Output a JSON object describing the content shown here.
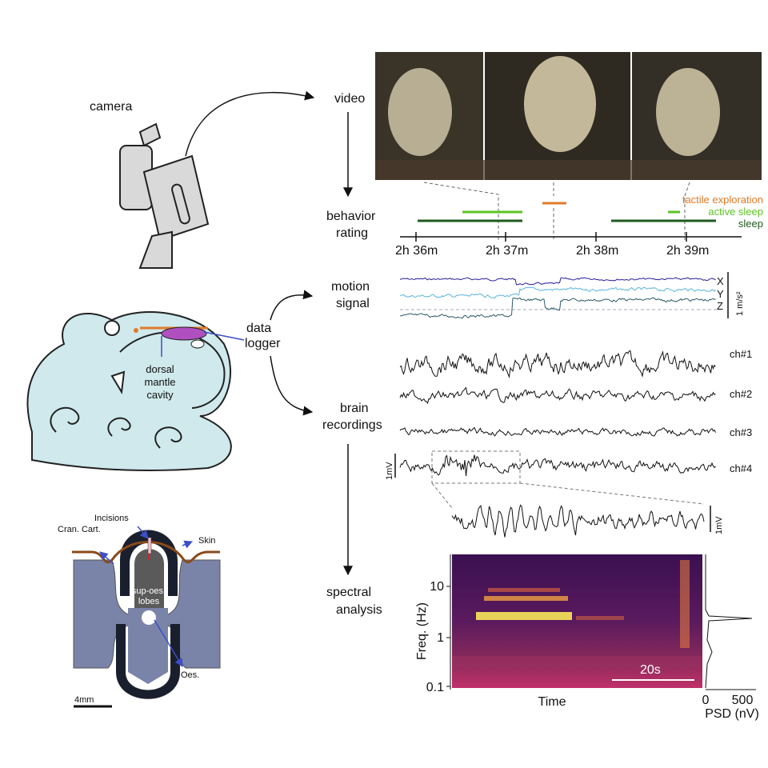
{
  "labels": {
    "camera": "camera",
    "video": "video",
    "behavior_rating": [
      "behavior",
      "rating"
    ],
    "motion_signal": [
      "motion",
      "signal"
    ],
    "data_logger": [
      "data",
      "logger"
    ],
    "dorsal_mantle_cavity": [
      "dorsal",
      "mantle",
      "cavity"
    ],
    "brain_recordings": [
      "brain",
      "recordings"
    ],
    "spectral_analysis": [
      "spectral",
      "analysis"
    ]
  },
  "behavior": {
    "legend": [
      "tactile exploration",
      "active sleep",
      "sleep"
    ],
    "colors": {
      "tactile": "#e07a2a",
      "active": "#5cc424",
      "sleep": "#1f5a1f"
    },
    "ticks": [
      "2h 36m",
      "2h 37m",
      "2h 38m",
      "2h 39m"
    ]
  },
  "motion": {
    "axes": [
      "X",
      "Y",
      "Z"
    ],
    "scale": "1 m/s²",
    "colors": {
      "X": "#2a1f9a",
      "Y": "#5ab4dc",
      "Z": "#2d5a6a"
    }
  },
  "brain": {
    "channels": [
      "ch#1",
      "ch#2",
      "ch#3",
      "ch#4"
    ],
    "scale": "1mV",
    "zoom_scale": "1mV"
  },
  "spectrogram": {
    "ylabel": "Freq. (Hz)",
    "yticks": [
      "10",
      "1",
      "0.1"
    ],
    "xlabel": "Time",
    "scale_bar": "20s",
    "psd_ticks": [
      "0",
      "500"
    ],
    "psd_label": "PSD (nV)"
  },
  "anatomy": {
    "incisions": "Incisions",
    "cran_cart": "Cran. Cart.",
    "skin": "Skin",
    "lobes": [
      "sup-oes.",
      "lobes"
    ],
    "oes": "Oes.",
    "scale": "4mm"
  }
}
